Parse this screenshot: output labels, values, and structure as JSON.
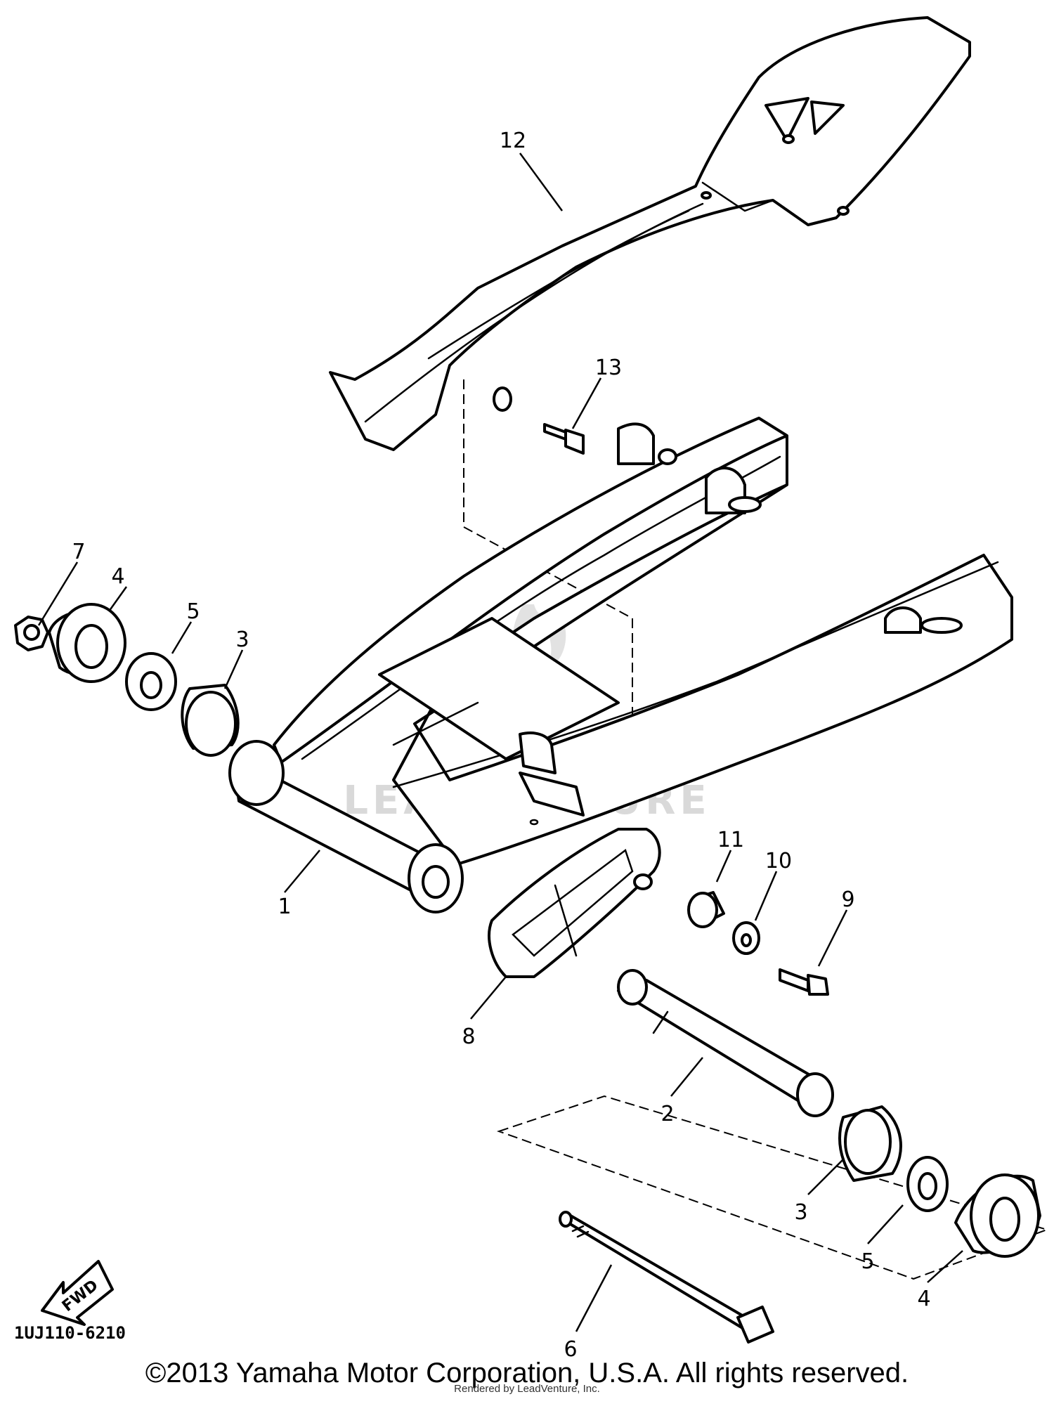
{
  "diagram": {
    "part_code": "1UJ110-6210",
    "fwd_label": "FWD",
    "watermark_text": "LEADVENTURE",
    "callouts": {
      "c1": "1",
      "c2": "2",
      "c3a": "3",
      "c3b": "3",
      "c4a": "4",
      "c4b": "4",
      "c5a": "5",
      "c5b": "5",
      "c6": "6",
      "c7": "7",
      "c8": "8",
      "c9": "9",
      "c10": "10",
      "c11": "11",
      "c12": "12",
      "c13": "13"
    }
  },
  "footer": {
    "copyright": "©2013 Yamaha Motor Corporation, U.S.A. All rights reserved.",
    "rendered_by": "Rendered by LeadVenture, Inc."
  }
}
